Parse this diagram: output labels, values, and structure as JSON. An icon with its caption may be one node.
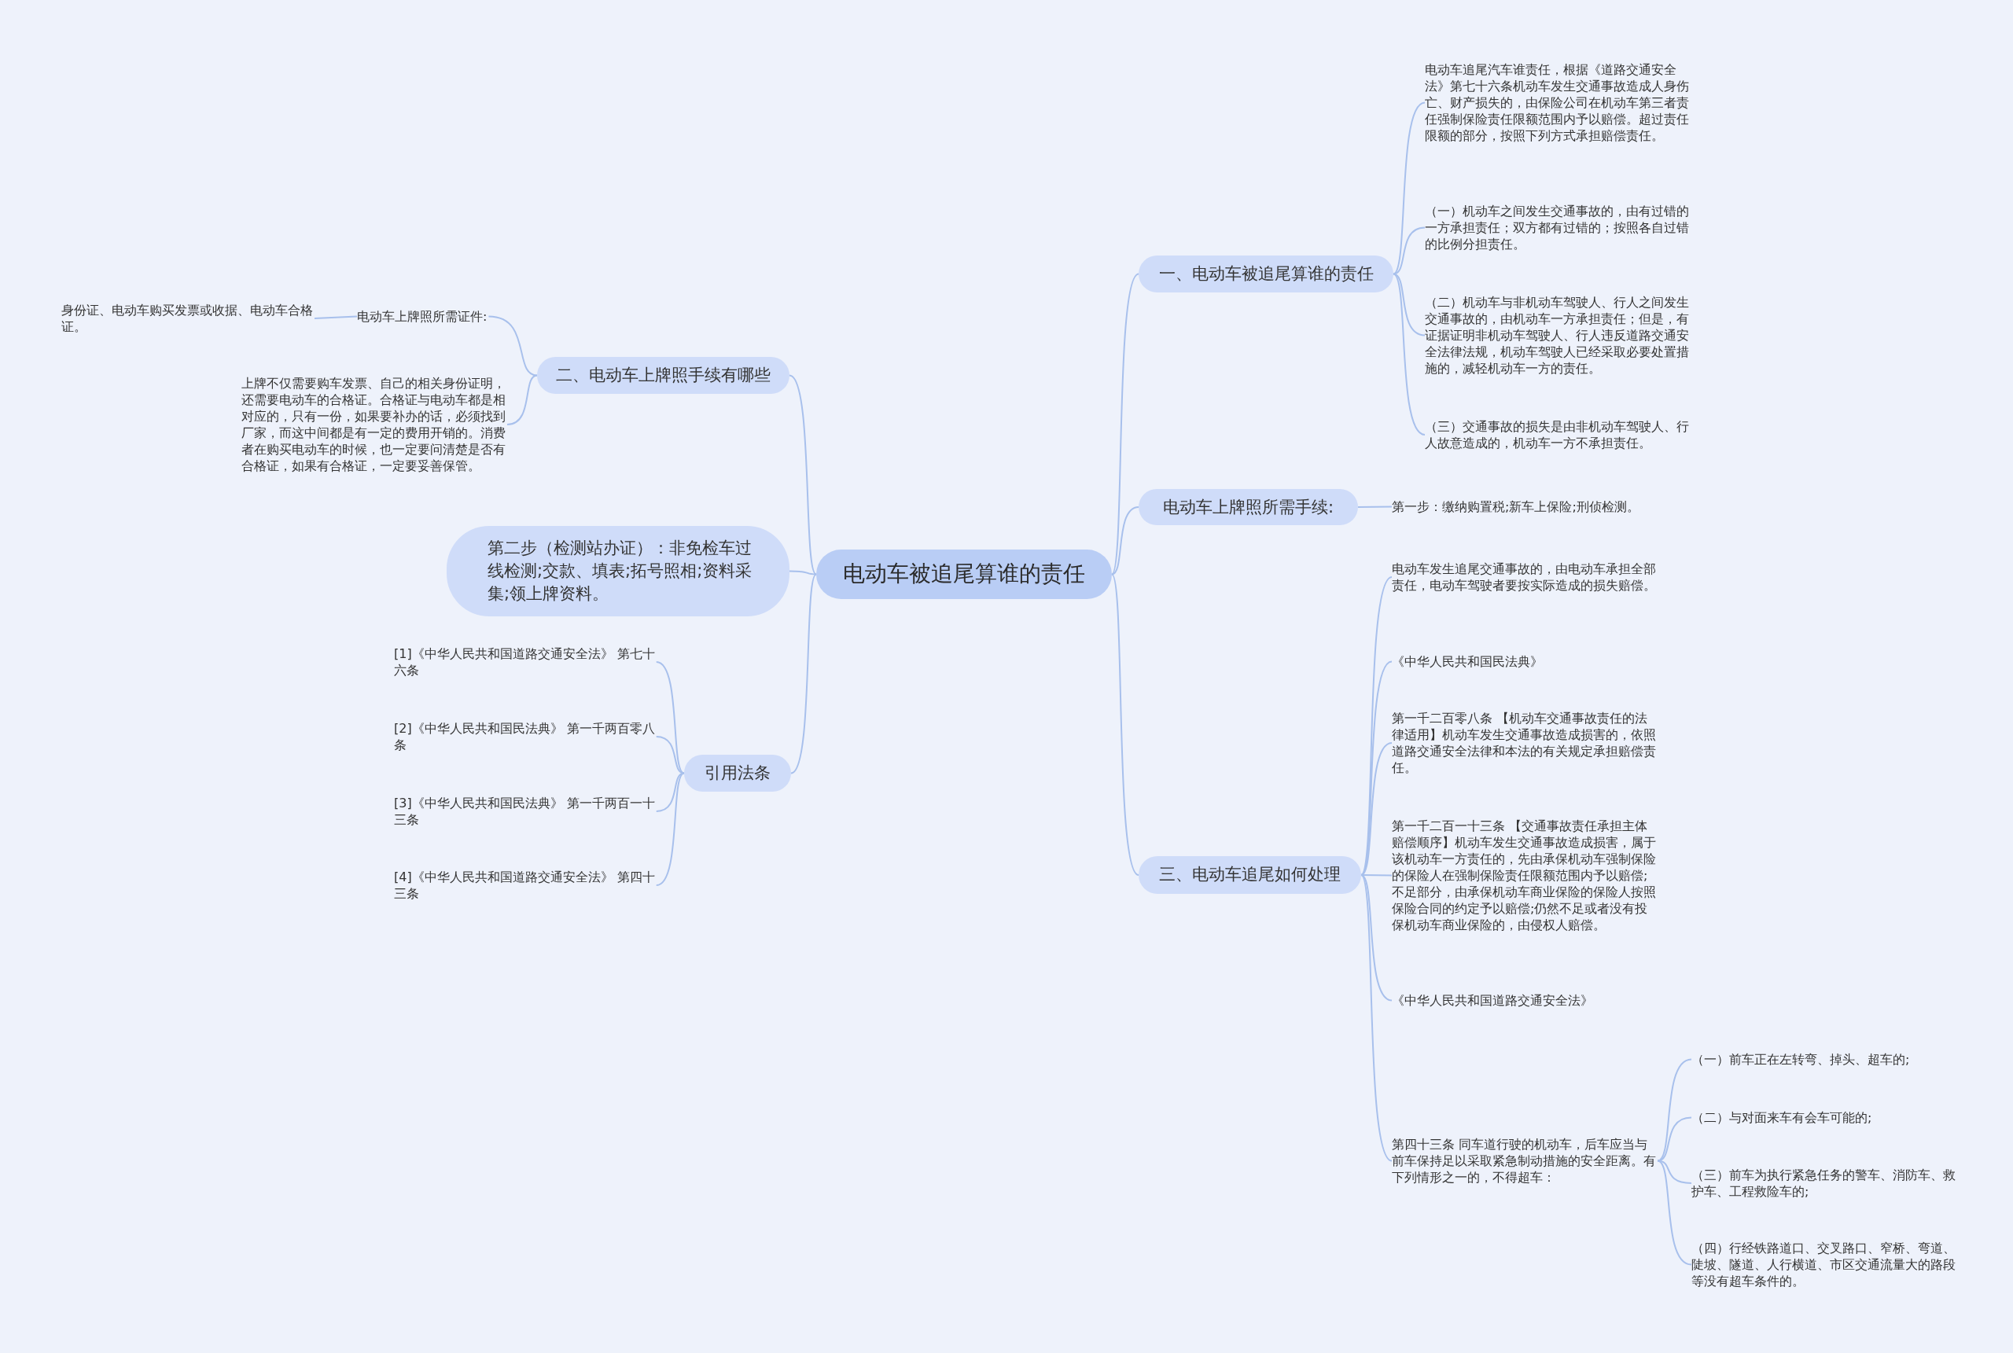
{
  "diagram": {
    "nodes": [
      {
        "text": [
          "电动车被追尾算谁的责任"
        ]
      },
      {
        "text": [
          "一、电动车被追尾算谁的责任"
        ]
      },
      {
        "text": [
          "电动车追尾汽车谁责任，根据《道路交通安全法》第七十六条机动车发生交通事故造成人身伤亡、财产损失的，由保险公司在机动车第三者责任强制保险责任限额范围内予以赔偿。超过责任限额的部分，按照下列方式承担赔偿责任。"
        ]
      },
      {
        "text": [
          "（一）机动车之间发生交通事故的，由有过错的一方承担责任；双方都有过错的；按照各自过错的比例分担责任。"
        ]
      },
      {
        "text": [
          "（二）机动车与非机动车驾驶人、行人之间发生交通事故的，由机动车一方承担责任；但是，有证据证明非机动车驾驶人、行人违反道路交通安全法律法规，机动车驾驶人已经采取必要处置措施的，减轻机动车一方的责任。"
        ]
      },
      {
        "text": [
          "（三）交通事故的损失是由非机动车驾驶人、行人故意造成的，机动车一方不承担责任。"
        ]
      },
      {
        "text": [
          "电动车上牌照所需手续:"
        ]
      },
      {
        "text": [
          "第一步：缴纳购置税;新车上保险;刑侦检测。"
        ]
      },
      {
        "text": [
          "三、电动车追尾如何处理"
        ]
      },
      {
        "text": [
          "电动车发生追尾交通事故的，由电动车承担全部责任，电动车驾驶者要按实际造成的损失赔偿。"
        ]
      },
      {
        "text": [
          "《中华人民共和国民法典》"
        ]
      },
      {
        "text": [
          "第一千二百零八条 【机动车交通事故责任的法律适用】机动车发生交通事故造成损害的，依照道路交通安全法律和本法的有关规定承担赔偿责任。"
        ]
      },
      {
        "text": [
          "第一千二百一十三条 【交通事故责任承担主体赔偿顺序】机动车发生交通事故造成损害，属于该机动车一方责任的，先由承保机动车强制保险的保险人在强制保险责任限额范围内予以赔偿;不足部分，由承保机动车商业保险的保险人按照保险合同的约定予以赔偿;仍然不足或者没有投保机动车商业保险的，由侵权人赔偿。"
        ]
      },
      {
        "text": [
          "《中华人民共和国道路交通安全法》"
        ]
      },
      {
        "text": [
          "第四十三条 同车道行驶的机动车，后车应当与前车保持足以采取紧急制动措施的安全距离。有下列情形之一的，不得超车："
        ]
      },
      {
        "text": [
          "（一）前车正在左转弯、掉头、超车的;"
        ]
      },
      {
        "text": [
          "（二）与对面来车有会车可能的;"
        ]
      },
      {
        "text": [
          "（三）前车为执行紧急任务的警车、消防车、救护车、工程救险车的;"
        ]
      },
      {
        "text": [
          "（四）行经铁路道口、交叉路口、窄桥、弯道、陡坡、隧道、人行横道、市区交通流量大的路段等没有超车条件的。"
        ]
      },
      {
        "text": [
          "二、电动车上牌照手续有哪些"
        ]
      },
      {
        "text": [
          "电动车上牌照所需证件:"
        ]
      },
      {
        "text": [
          "身份证、电动车购买发票或收据、电动车合格证。"
        ]
      },
      {
        "text": [
          "上牌不仅需要购车发票、自己的相关身份证明，还需要电动车的合格证。合格证与电动车都是相对应的，只有一份，如果要补办的话，必须找到厂家，而这中间都是有一定的费用开销的。消费者在购买电动车的时候，也一定要问清楚是否有合格证，如果有合格证，一定要妥善保管。"
        ]
      },
      {
        "text": [
          "第二步（检测站办证）：非免检车过线检测;交款、填表;拓号照相;资料采集;领上牌资料。"
        ]
      },
      {
        "text": [
          "引用法条"
        ]
      },
      {
        "text": [
          "[1]《中华人民共和国道路交通安全法》 第七十六条"
        ]
      },
      {
        "text": [
          "[2]《中华人民共和国民法典》 第一千两百零八条"
        ]
      },
      {
        "text": [
          "[3]《中华人民共和国民法典》 第一千两百一十三条"
        ]
      },
      {
        "text": [
          "[4]《中华人民共和国道路交通安全法》 第四十三条"
        ]
      }
    ],
    "edges": [
      {
        "from": 0,
        "to": 1,
        "arrow": "none"
      },
      {
        "from": 1,
        "to": 2,
        "arrow": "none"
      },
      {
        "from": 1,
        "to": 3,
        "arrow": "none"
      },
      {
        "from": 1,
        "to": 4,
        "arrow": "none"
      },
      {
        "from": 1,
        "to": 5,
        "arrow": "none"
      },
      {
        "from": 0,
        "to": 6,
        "arrow": "none"
      },
      {
        "from": 6,
        "to": 7,
        "arrow": "none"
      },
      {
        "from": 0,
        "to": 8,
        "arrow": "none"
      },
      {
        "from": 8,
        "to": 9,
        "arrow": "none"
      },
      {
        "from": 8,
        "to": 10,
        "arrow": "none"
      },
      {
        "from": 8,
        "to": 11,
        "arrow": "none"
      },
      {
        "from": 8,
        "to": 12,
        "arrow": "none"
      },
      {
        "from": 8,
        "to": 13,
        "arrow": "none"
      },
      {
        "from": 8,
        "to": 14,
        "arrow": "none"
      },
      {
        "from": 14,
        "to": 15,
        "arrow": "none"
      },
      {
        "from": 14,
        "to": 16,
        "arrow": "none"
      },
      {
        "from": 14,
        "to": 17,
        "arrow": "none"
      },
      {
        "from": 14,
        "to": 18,
        "arrow": "none"
      },
      {
        "from": 0,
        "to": 19,
        "arrow": "none"
      },
      {
        "from": 19,
        "to": 20,
        "arrow": "none"
      },
      {
        "from": 20,
        "to": 21,
        "arrow": "none"
      },
      {
        "from": 19,
        "to": 22,
        "arrow": "none"
      },
      {
        "from": 0,
        "to": 23,
        "arrow": "none"
      },
      {
        "from": 0,
        "to": 24,
        "arrow": "none"
      },
      {
        "from": 24,
        "to": 25,
        "arrow": "none"
      },
      {
        "from": 24,
        "to": 26,
        "arrow": "none"
      },
      {
        "from": 24,
        "to": 27,
        "arrow": "none"
      },
      {
        "from": 24,
        "to": 28,
        "arrow": "none"
      }
    ]
  }
}
